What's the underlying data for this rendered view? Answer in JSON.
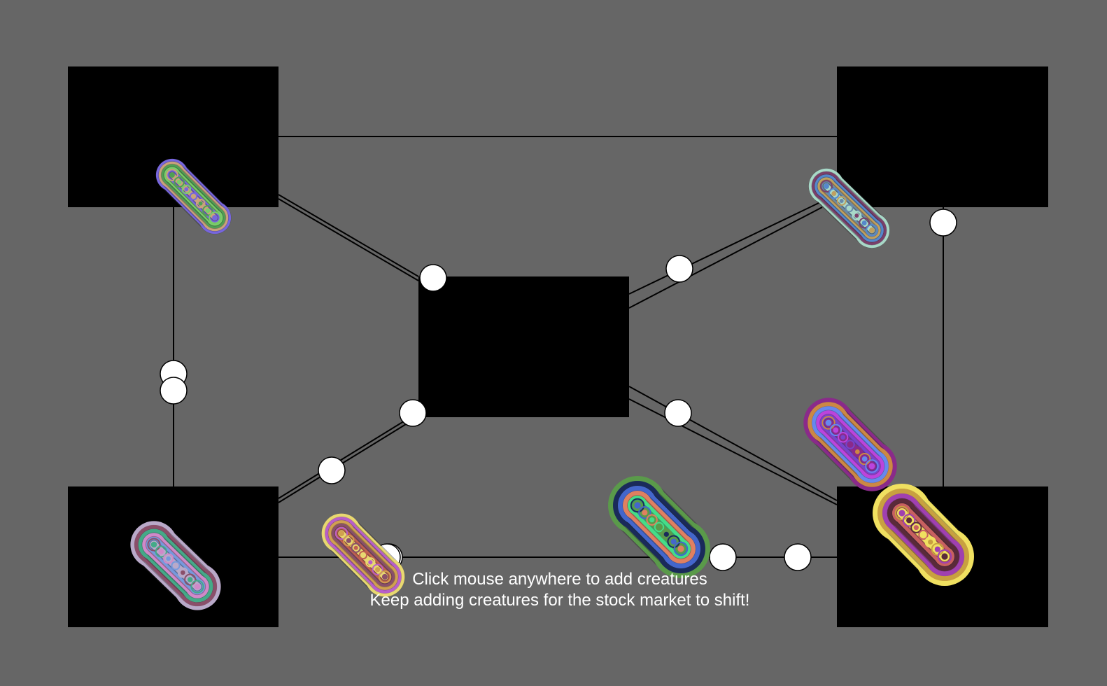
{
  "instructions": {
    "line1": "Click mouse anywhere to add creatures",
    "line2": "Keep adding creatures for the stock market to shift!"
  },
  "colors": {
    "background": "#666666",
    "box": "#000000",
    "connector_line": "#000000",
    "node_fill": "#ffffff",
    "node_stroke": "#000000",
    "text": "#ffffff"
  },
  "boxes": [
    {
      "id": "top-left"
    },
    {
      "id": "top-right"
    },
    {
      "id": "center"
    },
    {
      "id": "bottom-left"
    },
    {
      "id": "bottom-right"
    }
  ],
  "creatures": [
    {
      "id": "creature-1",
      "palette": [
        "#7766dd",
        "#c9a37a",
        "#4fa054",
        "#7acd6a"
      ]
    },
    {
      "id": "creature-2",
      "palette": [
        "#a8d8c8",
        "#7a3f6a",
        "#5588cc",
        "#c0a060",
        "#6a8aa8"
      ]
    },
    {
      "id": "creature-3",
      "palette": [
        "#b9a9c9",
        "#8a4f6a",
        "#44aa88",
        "#d089c9",
        "#7799dd"
      ]
    },
    {
      "id": "creature-4",
      "palette": [
        "#e8d870",
        "#b85fc9",
        "#d0a050",
        "#8a4f6a",
        "#c06050"
      ]
    },
    {
      "id": "creature-5",
      "palette": [
        "#5a9a4a",
        "#1a2a5a",
        "#4466cc",
        "#e08060",
        "#44dd88"
      ]
    },
    {
      "id": "creature-6",
      "palette": [
        "#8a2a8a",
        "#cc8844",
        "#6688ee",
        "#bb44dd",
        "#7744cc"
      ]
    },
    {
      "id": "creature-7",
      "palette": [
        "#f0e060",
        "#c8a040",
        "#a040b0",
        "#5a2a3a",
        "#c86060"
      ]
    }
  ]
}
